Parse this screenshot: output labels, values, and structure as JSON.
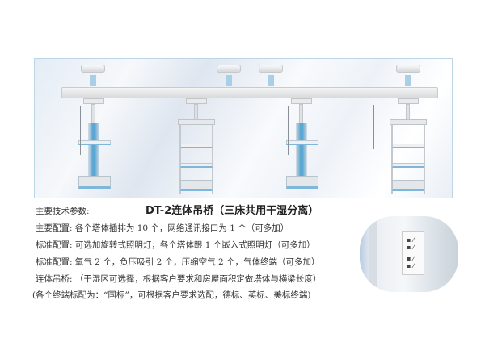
{
  "product_image": {
    "description_label": "DT-2"
  },
  "spec": {
    "heading_label": "主要技术参数:",
    "title": "DT-2连体吊桥（三床共用干湿分离）",
    "rows": [
      {
        "label": "主要配置:",
        "text": "各个塔体插排为 10 个，网络通讯接口为 1 个（可多加）"
      },
      {
        "label": "标准配置:",
        "text": "可选加旋转式照明灯，各个塔体跟 1 个嵌入式照明灯（可多加）"
      },
      {
        "label": "标准配置:",
        "text": "氧气 2 个，负压吸引 2 个，压缩空气 2 个，气体终端（可多加）"
      },
      {
        "label": "连体吊桥:",
        "text": "（干湿区可选择，根据客户要求和房屋面积定做塔体与横梁长度）"
      }
    ],
    "note": "(各个终端标配为：“国标”，可根据客户要求选配，德标、英标、美标终端)"
  },
  "colors": {
    "accent": "#5aa6d4",
    "border": "#bcd6e8"
  }
}
